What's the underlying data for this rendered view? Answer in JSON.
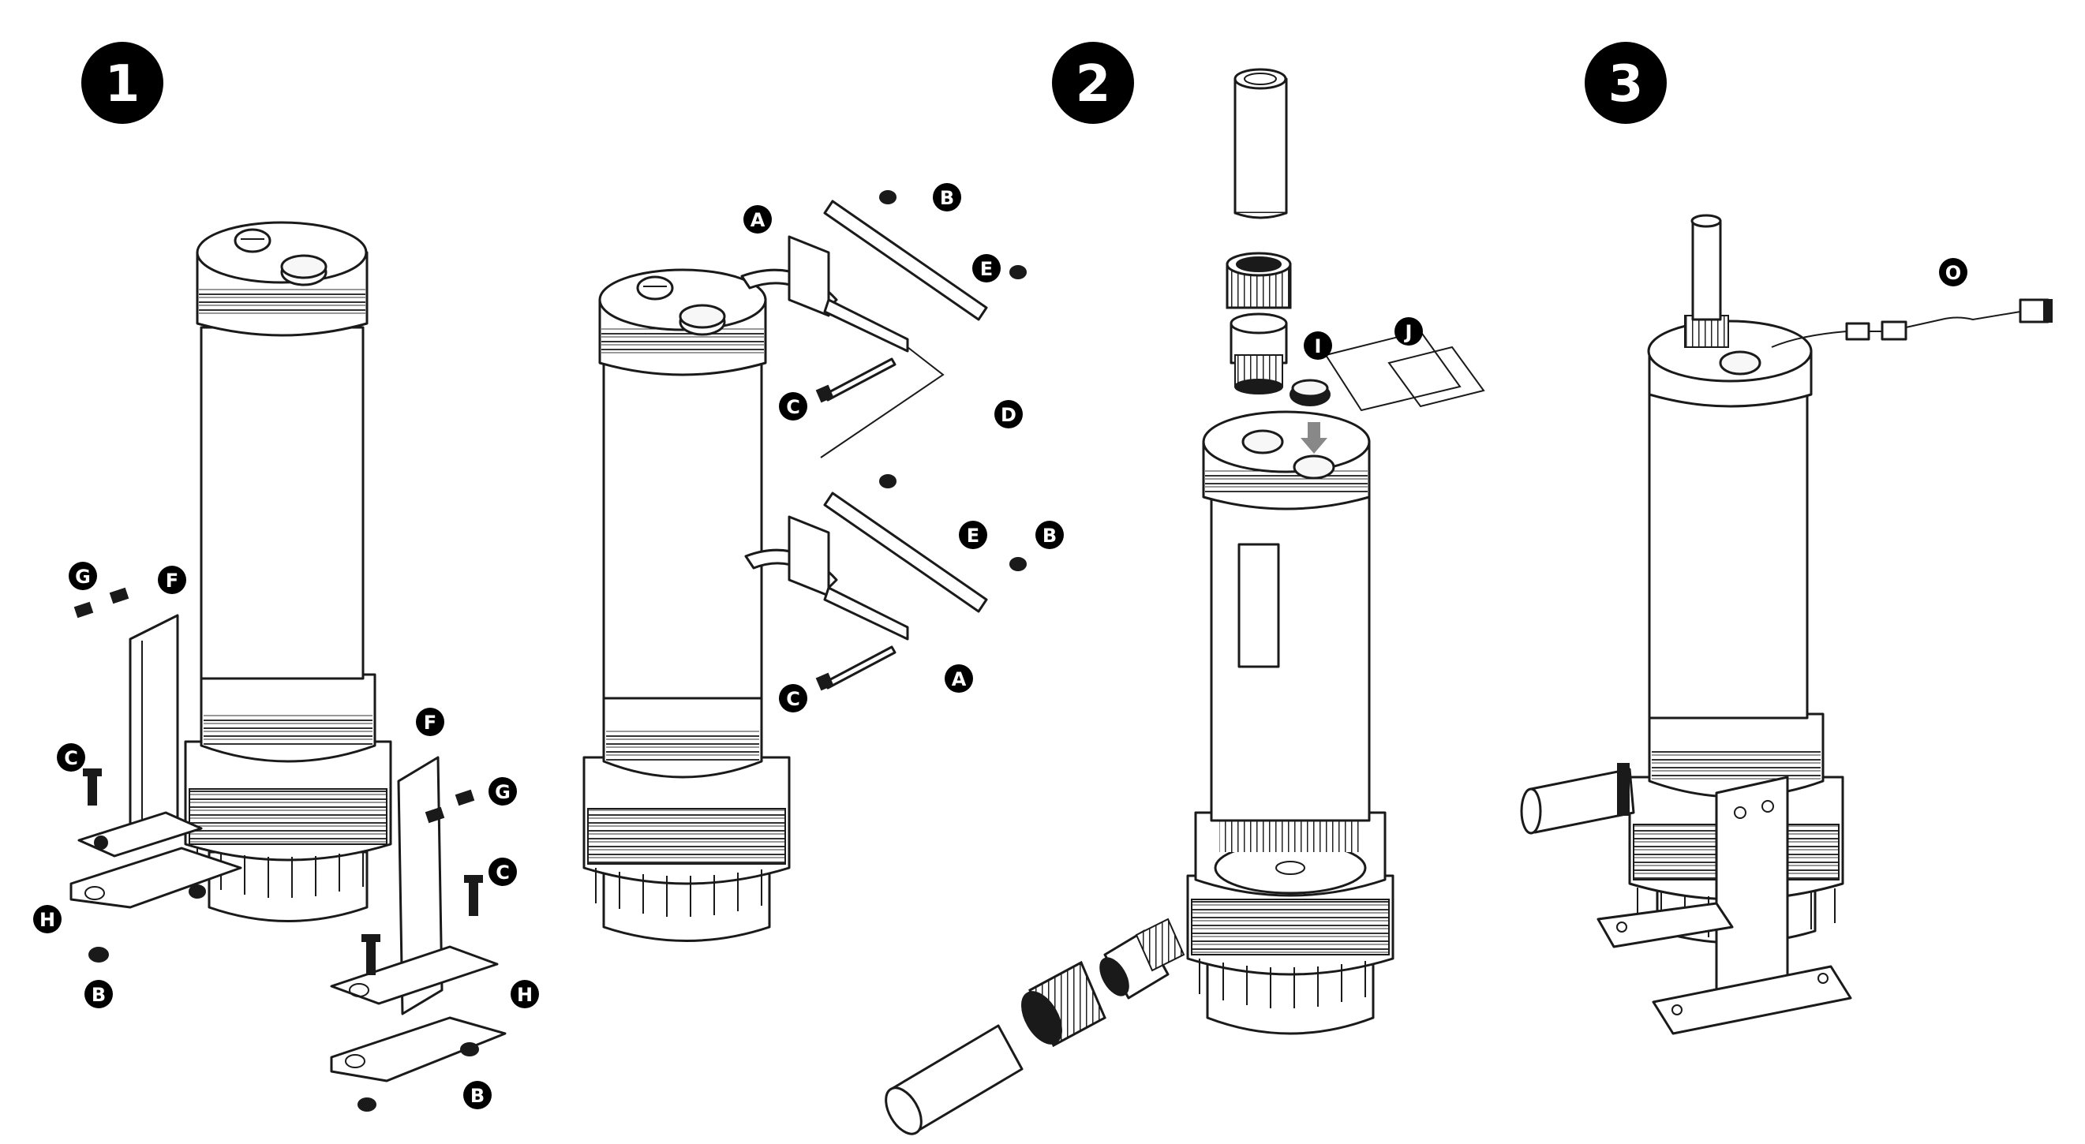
{
  "steps": [
    "1",
    "2",
    "3"
  ],
  "part_labels": {
    "A": "A",
    "B": "B",
    "C": "C",
    "D": "D",
    "E": "E",
    "F": "F",
    "G": "G",
    "H": "H",
    "I": "I",
    "J": "J",
    "O": "O"
  }
}
